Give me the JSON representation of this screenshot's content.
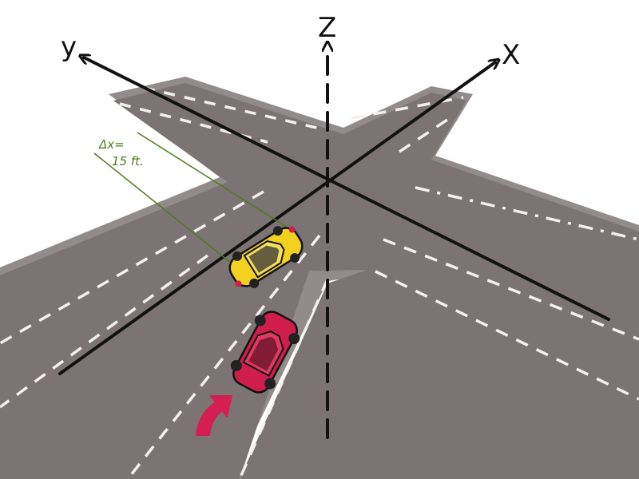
{
  "axes": {
    "x_label": "X",
    "y_label": "y",
    "z_label": "Z"
  },
  "annotation": {
    "line1": "Δx=",
    "line2": "15 ft."
  },
  "colors": {
    "road": "#7c7474",
    "road_edge": "#928b8b",
    "lane_marking": "#f4f0f0",
    "axis": "#111111",
    "annotation": "#4e7a1c",
    "car_front": "#f2d21e",
    "car_rear": "#cf1e4c",
    "arrow": "#d41e54"
  },
  "icons": [
    "car-yellow-icon",
    "car-red-icon",
    "curved-arrow-icon"
  ]
}
